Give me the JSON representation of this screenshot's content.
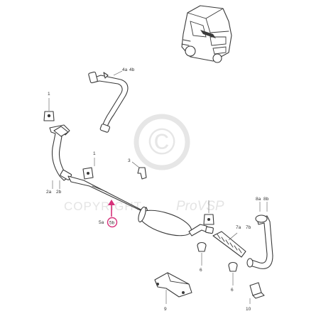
{
  "diagram": {
    "labels": {
      "l1_top": "1",
      "l1_mid": "1",
      "l2a": "2a",
      "l2b": "2b",
      "l3": "3",
      "l4a": "4a",
      "l4b": "4b",
      "l5a": "5a",
      "l5b": "5b",
      "l6_left": "6",
      "l6_right": "6",
      "l7a": "7a",
      "l7b": "7b",
      "l8a": "8a",
      "l8b": "8b",
      "l9": "9",
      "l10": "10"
    },
    "watermark": {
      "symbol": "©",
      "text_main": "COPYRIGHT",
      "text_brand": "ProVSP"
    },
    "colors": {
      "line": "#3a3a3a",
      "highlight": "#d6317a",
      "watermark": "#e4e4e4"
    }
  }
}
